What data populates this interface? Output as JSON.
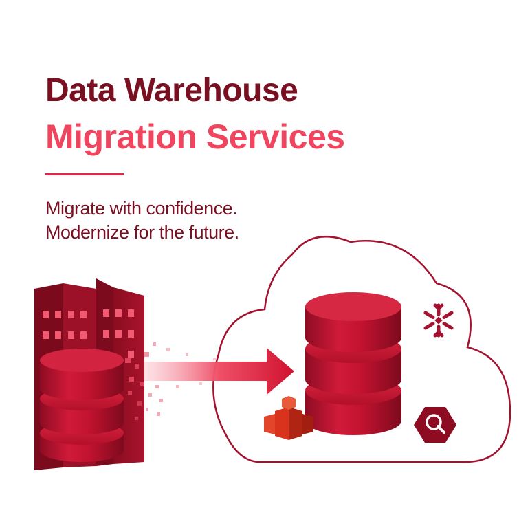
{
  "headline": {
    "line1": "Data Warehouse",
    "line2": "Migration Services"
  },
  "tagline": {
    "line1": "Migrate with confidence.",
    "line2": "Modernize for the future."
  },
  "colors": {
    "dark_red": "#7a0f22",
    "accent_pink": "#f0455e",
    "brand_red": "#c4122f"
  },
  "icons": [
    "office-building-icon",
    "legacy-database-icon",
    "migration-arrow-icon",
    "cloud-icon",
    "cloud-database-icon",
    "snowflake-logo-icon",
    "amazon-redshift-logo-icon",
    "bigquery-logo-icon"
  ]
}
